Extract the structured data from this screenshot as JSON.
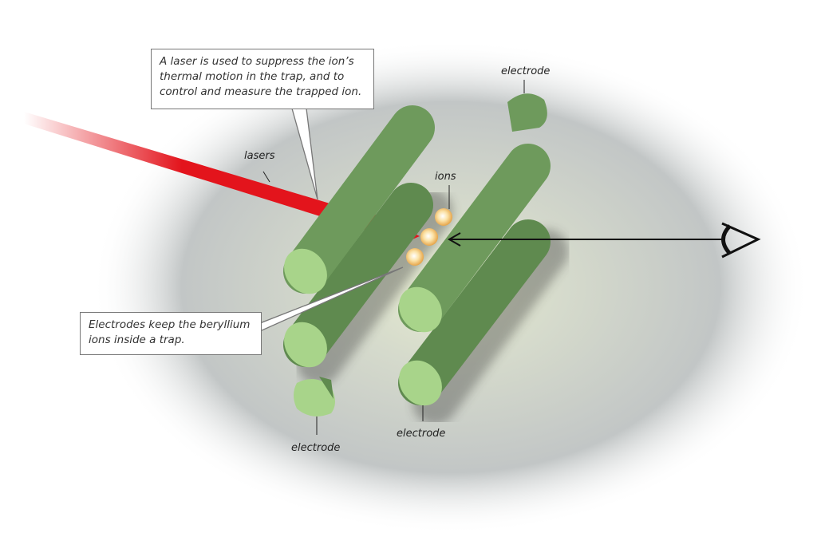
{
  "title": "Ion trap diagram",
  "callouts": {
    "laser_text": "A laser is used to suppress the ion’s thermal motion in the trap, and to control and measure the trapped ion.",
    "electrode_text": "Electrodes keep the beryllium ions inside a trap."
  },
  "labels": {
    "lasers": "lasers",
    "ions": "ions",
    "electrode_top": "electrode",
    "electrode_bottom_left": "electrode",
    "electrode_bottom_right": "electrode"
  },
  "colors": {
    "cylinder": "#6e9a5c",
    "cylinder_face": "#a8d48a",
    "laser": "#e3141c",
    "ion": "#f6c56a"
  }
}
